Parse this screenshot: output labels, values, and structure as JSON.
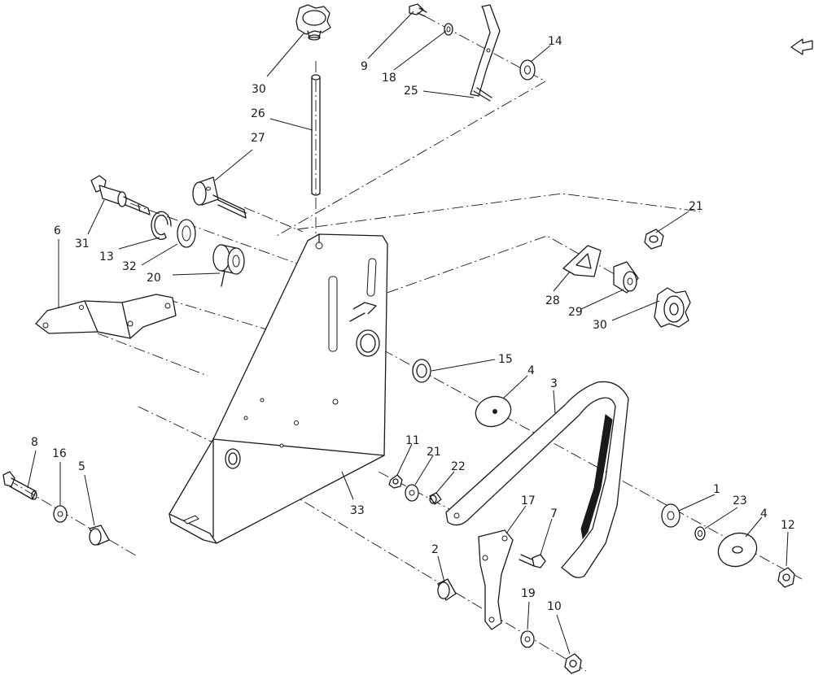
{
  "callouts": [
    {
      "id": "c30a",
      "label": "30"
    },
    {
      "id": "c26",
      "label": "26"
    },
    {
      "id": "c27",
      "label": "27"
    },
    {
      "id": "c9",
      "label": "9"
    },
    {
      "id": "c18",
      "label": "18"
    },
    {
      "id": "c25",
      "label": "25"
    },
    {
      "id": "c14",
      "label": "14"
    },
    {
      "id": "c21a",
      "label": "21"
    },
    {
      "id": "c6",
      "label": "6"
    },
    {
      "id": "c31",
      "label": "31"
    },
    {
      "id": "c13",
      "label": "13"
    },
    {
      "id": "c32",
      "label": "32"
    },
    {
      "id": "c20",
      "label": "20"
    },
    {
      "id": "c28",
      "label": "28"
    },
    {
      "id": "c29",
      "label": "29"
    },
    {
      "id": "c30b",
      "label": "30"
    },
    {
      "id": "c15",
      "label": "15"
    },
    {
      "id": "c4a",
      "label": "4"
    },
    {
      "id": "c3",
      "label": "3"
    },
    {
      "id": "c8",
      "label": "8"
    },
    {
      "id": "c16",
      "label": "16"
    },
    {
      "id": "c5",
      "label": "5"
    },
    {
      "id": "c11",
      "label": "11"
    },
    {
      "id": "c21b",
      "label": "21"
    },
    {
      "id": "c22",
      "label": "22"
    },
    {
      "id": "c33",
      "label": "33"
    },
    {
      "id": "c17",
      "label": "17"
    },
    {
      "id": "c7",
      "label": "7"
    },
    {
      "id": "c1",
      "label": "1"
    },
    {
      "id": "c23",
      "label": "23"
    },
    {
      "id": "c4b",
      "label": "4"
    },
    {
      "id": "c12",
      "label": "12"
    },
    {
      "id": "c2",
      "label": "2"
    },
    {
      "id": "c19",
      "label": "19"
    },
    {
      "id": "c10",
      "label": "10"
    }
  ],
  "icons": {
    "corner": "next-page-arrow-icon"
  }
}
